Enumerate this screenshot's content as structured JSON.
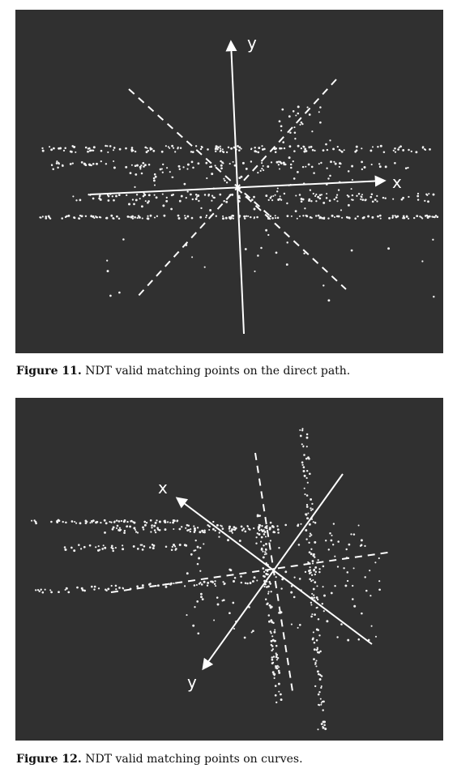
{
  "figures": [
    {
      "id": "fig11",
      "label": "Figure 11.",
      "caption": "NDT valid matching points on the direct path.",
      "axes": {
        "x_label": "x",
        "y_label": "y"
      }
    },
    {
      "id": "fig12",
      "label": "Figure 12.",
      "caption": "NDT valid matching points on curves.",
      "axes": {
        "x_label": "x",
        "y_label": "y"
      }
    }
  ],
  "colors": {
    "panel_bg": "#303030",
    "points": "#f2f2f2",
    "caption_text": "#111111"
  }
}
